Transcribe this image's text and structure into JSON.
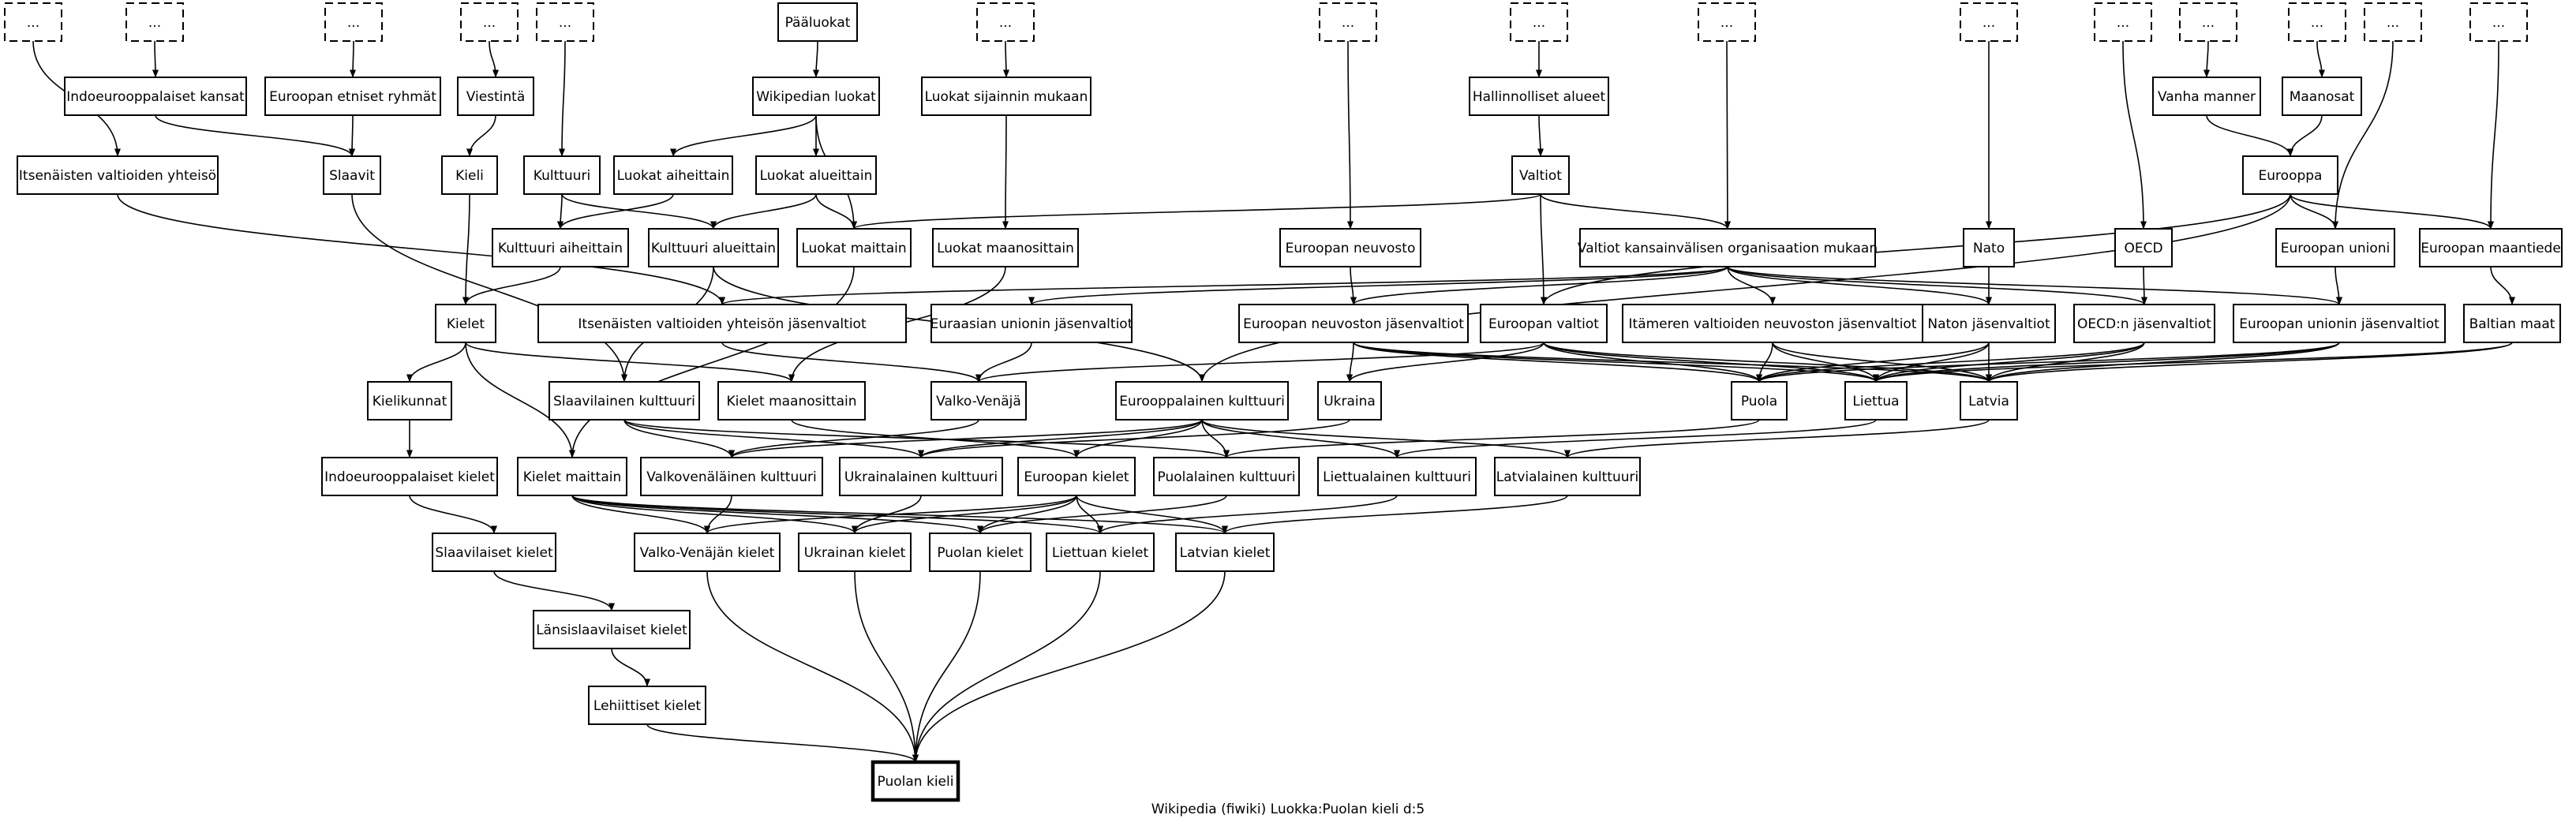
{
  "caption": "Wikipedia (fiwiki) Luokka:Puolan kieli d:5",
  "nodes": [
    {
      "id": "e1",
      "label": "..."
    },
    {
      "id": "e2",
      "label": "..."
    },
    {
      "id": "e3",
      "label": "..."
    },
    {
      "id": "e4",
      "label": "..."
    },
    {
      "id": "e5",
      "label": "..."
    },
    {
      "id": "e6",
      "label": "..."
    },
    {
      "id": "e7",
      "label": "..."
    },
    {
      "id": "e8",
      "label": "..."
    },
    {
      "id": "e9",
      "label": "..."
    },
    {
      "id": "e10",
      "label": "..."
    },
    {
      "id": "e11",
      "label": "..."
    },
    {
      "id": "e12",
      "label": "..."
    },
    {
      "id": "e13",
      "label": "..."
    },
    {
      "id": "e14",
      "label": "..."
    },
    {
      "id": "e15",
      "label": "..."
    },
    {
      "id": "e16",
      "label": "..."
    },
    {
      "id": "paaluokat",
      "label": "Pääluokat"
    },
    {
      "id": "indoeurooppalaiset_kansat",
      "label": "Indoeurooppalaiset kansat"
    },
    {
      "id": "euroopan_etniset",
      "label": "Euroopan etniset ryhmät"
    },
    {
      "id": "viestinta",
      "label": "Viestintä"
    },
    {
      "id": "wikipedian_luokat",
      "label": "Wikipedian luokat"
    },
    {
      "id": "luokat_sijainnin",
      "label": "Luokat sijainnin mukaan"
    },
    {
      "id": "hallinnolliset",
      "label": "Hallinnolliset alueet"
    },
    {
      "id": "vanha_manner",
      "label": "Vanha manner"
    },
    {
      "id": "maanosat",
      "label": "Maanosat"
    },
    {
      "id": "itsenaisten_yhteiso",
      "label": "Itsenäisten valtioiden yhteisö"
    },
    {
      "id": "slaavit",
      "label": "Slaavit"
    },
    {
      "id": "kieli",
      "label": "Kieli"
    },
    {
      "id": "kulttuuri",
      "label": "Kulttuuri"
    },
    {
      "id": "luokat_aiheittain",
      "label": "Luokat aiheittain"
    },
    {
      "id": "luokat_alueittain",
      "label": "Luokat alueittain"
    },
    {
      "id": "valtiot",
      "label": "Valtiot"
    },
    {
      "id": "eurooppa",
      "label": "Eurooppa"
    },
    {
      "id": "kulttuuri_aiheittain",
      "label": "Kulttuuri aiheittain"
    },
    {
      "id": "kulttuuri_alueittain",
      "label": "Kulttuuri alueittain"
    },
    {
      "id": "luokat_maittain",
      "label": "Luokat maittain"
    },
    {
      "id": "luokat_maanosittain",
      "label": "Luokat maanosittain"
    },
    {
      "id": "euroopan_neuvosto",
      "label": "Euroopan neuvosto"
    },
    {
      "id": "valtiot_kv",
      "label": "Valtiot kansainvälisen organisaation mukaan"
    },
    {
      "id": "nato",
      "label": "Nato"
    },
    {
      "id": "oecd",
      "label": "OECD"
    },
    {
      "id": "euroopan_unioni",
      "label": "Euroopan unioni"
    },
    {
      "id": "euroopan_maantiede",
      "label": "Euroopan maantiede"
    },
    {
      "id": "kielet",
      "label": "Kielet"
    },
    {
      "id": "ivy_jasen",
      "label": "Itsenäisten valtioiden yhteisön jäsenvaltiot"
    },
    {
      "id": "euraasian_jasen",
      "label": "Euraasian unionin jäsenvaltiot"
    },
    {
      "id": "en_jasen",
      "label": "Euroopan neuvoston jäsenvaltiot"
    },
    {
      "id": "euroopan_valtiot",
      "label": "Euroopan valtiot"
    },
    {
      "id": "itameren_jasen",
      "label": "Itämeren valtioiden neuvoston jäsenvaltiot"
    },
    {
      "id": "naton_jasen",
      "label": "Naton jäsenvaltiot"
    },
    {
      "id": "oecd_jasen",
      "label": "OECD:n jäsenvaltiot"
    },
    {
      "id": "eu_jasen",
      "label": "Euroopan unionin jäsenvaltiot"
    },
    {
      "id": "baltian_maat",
      "label": "Baltian maat"
    },
    {
      "id": "kielikunnat",
      "label": "Kielikunnat"
    },
    {
      "id": "slaavilainen_kulttuuri",
      "label": "Slaavilainen kulttuuri"
    },
    {
      "id": "kielet_maanosittain",
      "label": "Kielet maanosittain"
    },
    {
      "id": "valko_venaja",
      "label": "Valko-Venäjä"
    },
    {
      "id": "eurooppalainen_kulttuuri",
      "label": "Eurooppalainen kulttuuri"
    },
    {
      "id": "ukraina",
      "label": "Ukraina"
    },
    {
      "id": "puola",
      "label": "Puola"
    },
    {
      "id": "liettua",
      "label": "Liettua"
    },
    {
      "id": "latvia",
      "label": "Latvia"
    },
    {
      "id": "indoeurooppalaiset_kielet",
      "label": "Indoeurooppalaiset kielet"
    },
    {
      "id": "kielet_maittain",
      "label": "Kielet maittain"
    },
    {
      "id": "valkovenalainen_kulttuuri",
      "label": "Valkovenäläinen kulttuuri"
    },
    {
      "id": "ukrainalainen_kulttuuri",
      "label": "Ukrainalainen kulttuuri"
    },
    {
      "id": "euroopan_kielet",
      "label": "Euroopan kielet"
    },
    {
      "id": "puolalainen_kulttuuri",
      "label": "Puolalainen kulttuuri"
    },
    {
      "id": "liettualainen_kulttuuri",
      "label": "Liettualainen kulttuuri"
    },
    {
      "id": "latvialainen_kulttuuri",
      "label": "Latvialainen kulttuuri"
    },
    {
      "id": "slaavilaiset_kielet",
      "label": "Slaavilaiset kielet"
    },
    {
      "id": "valko_venajan_kielet",
      "label": "Valko-Venäjän kielet"
    },
    {
      "id": "ukrainan_kielet",
      "label": "Ukrainan kielet"
    },
    {
      "id": "puolan_kielet",
      "label": "Puolan kielet"
    },
    {
      "id": "liettuan_kielet",
      "label": "Liettuan kielet"
    },
    {
      "id": "latvian_kielet",
      "label": "Latvian kielet"
    },
    {
      "id": "lansislaavilaiset",
      "label": "Länsislaavilaiset kielet"
    },
    {
      "id": "lehiittiset",
      "label": "Lehiittiset kielet"
    },
    {
      "id": "puolan_kieli",
      "label": "Puolan kieli"
    }
  ]
}
